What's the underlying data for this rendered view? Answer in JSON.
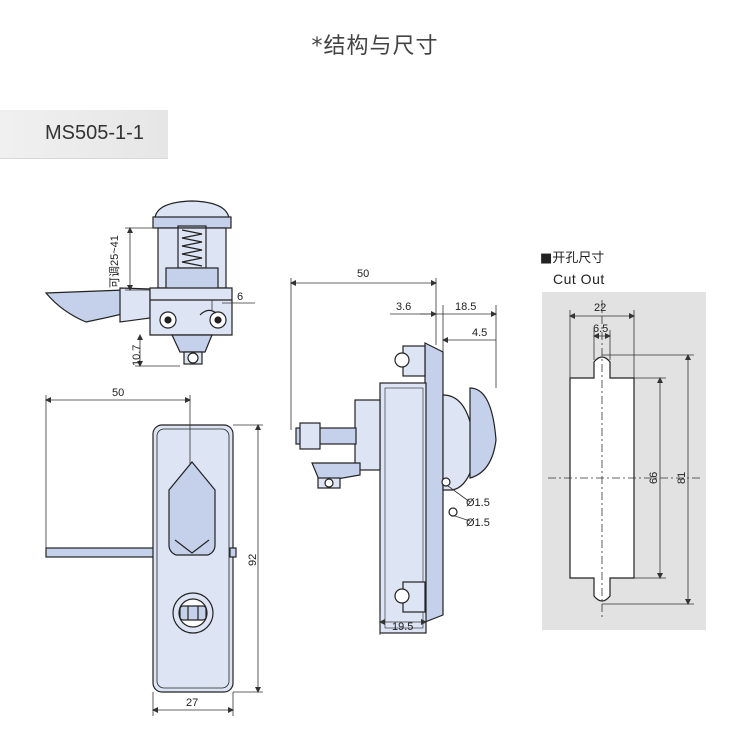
{
  "header": {
    "title": "*结构与尺寸"
  },
  "model": {
    "name": "MS505-1-1"
  },
  "cutout": {
    "title": "■开孔尺寸",
    "subtitle": "Cut Out"
  },
  "dimensions": {
    "adjust": "可调25~41",
    "d6": "6",
    "d10_7": "10.7",
    "side_50": "50",
    "d3_6": "3.6",
    "d18_5": "18.5",
    "d4_5": "4.5",
    "dia1": "Ø1.5",
    "dia2": "Ø1.5",
    "d19_5": "19.5",
    "front_50": "50",
    "d92": "92",
    "d27": "27",
    "cut_22": "22",
    "cut_6_5": "6.5",
    "cut_66": "66",
    "cut_81": "81"
  },
  "colors": {
    "part_fill": "#dde5f5",
    "part_fill_dark": "#c5d1ea",
    "outline": "#222222",
    "cutout_panel": "#e2e2e2",
    "dim_line": "#333333"
  }
}
